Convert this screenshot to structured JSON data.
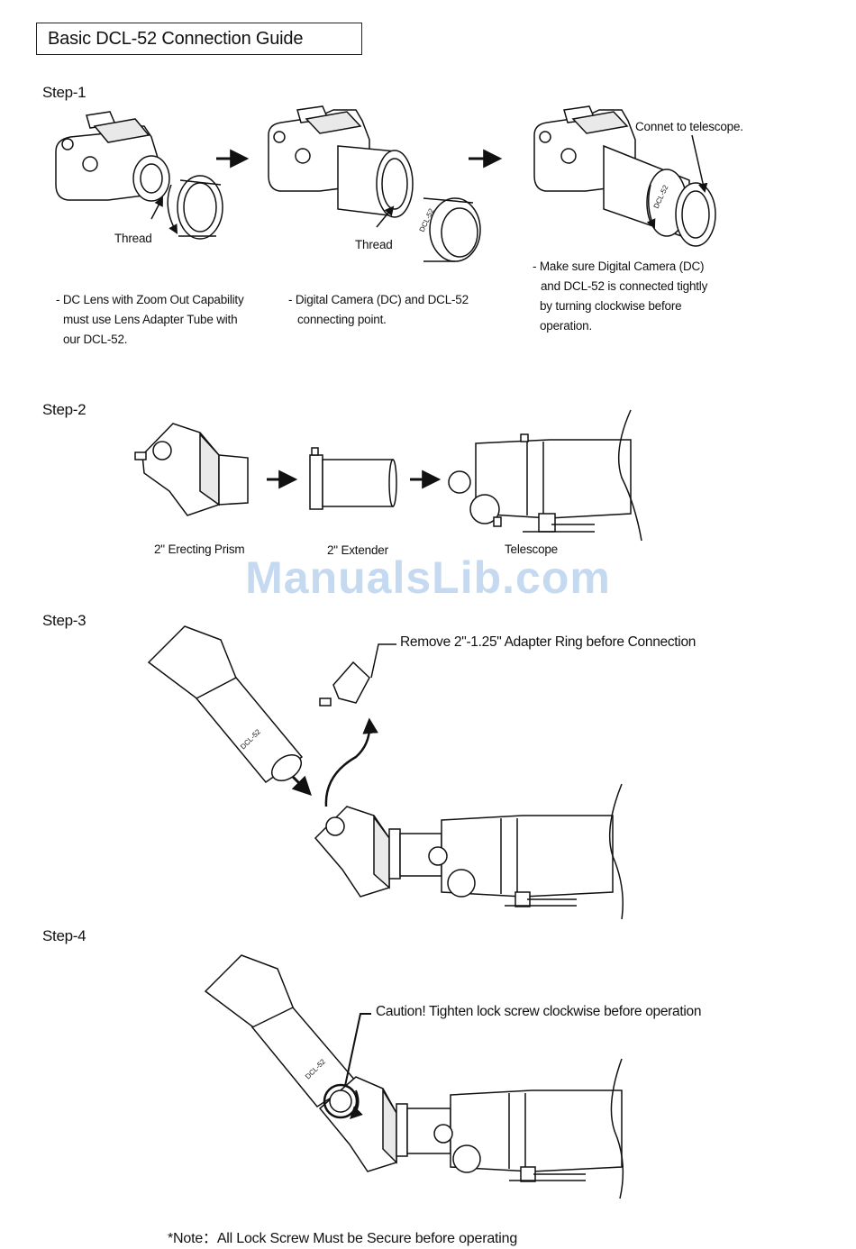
{
  "title": "Basic DCL-52 Connection Guide",
  "watermark": "ManualsLib.com",
  "steps": [
    {
      "label": "Step-1"
    },
    {
      "label": "Step-2"
    },
    {
      "label": "Step-3"
    },
    {
      "label": "Step-4"
    }
  ],
  "step1": {
    "thread1": "Thread",
    "thread2": "Thread",
    "connect_label": "Connet to telescope.",
    "dcl_mark": "DCL-52",
    "caption1": [
      "- DC Lens with Zoom Out Capability",
      "must use Lens Adapter Tube with",
      "our DCL-52."
    ],
    "caption2": [
      "- Digital Camera (DC) and DCL-52",
      "connecting point."
    ],
    "caption3": [
      "- Make sure Digital Camera (DC)",
      "and DCL-52 is connected tightly",
      "by turning clockwise before",
      "operation."
    ]
  },
  "step2": {
    "prism_label": "2\" Erecting Prism",
    "extender_label": "2\" Extender",
    "telescope_label": "Telescope"
  },
  "step3": {
    "callout": "Remove 2\"-1.25\" Adapter Ring  before Connection"
  },
  "step4": {
    "callout": "Caution! Tighten lock screw clockwise before operation",
    "note": "*Note：All Lock Screw Must be Secure before operating"
  }
}
